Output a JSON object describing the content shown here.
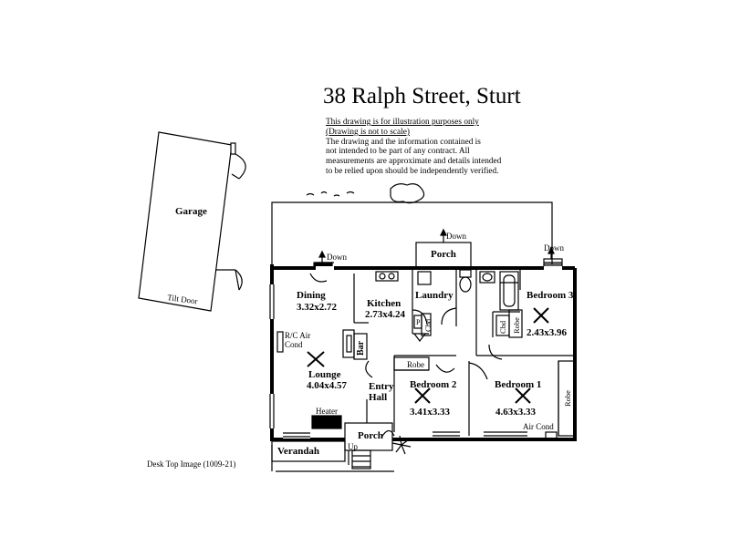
{
  "title": "38 Ralph Street,  Sturt",
  "disclaimer": {
    "line1": "This drawing is for illustration purposes only",
    "line2": "(Drawing is not to scale)",
    "line3": "The drawing and the information contained is",
    "line4": "not intended to be part of any contract.  All",
    "line5": "measurements are approximate and details intended",
    "line6": "to be relied upon should be independently verified."
  },
  "rooms": {
    "garage": "Garage",
    "tilt_door": "Tilt Door",
    "dining_name": "Dining",
    "dining_size": "3.32x2.72",
    "kitchen_name": "Kitchen",
    "kitchen_size": "2.73x4.24",
    "laundry": "Laundry",
    "porch_rear": "Porch",
    "bedroom3_name": "Bedroom 3",
    "bedroom3_size": "2.43x3.96",
    "lounge_name": "Lounge",
    "lounge_size": "4.04x4.57",
    "bar": "Bar",
    "entry_line1": "Entry",
    "entry_line2": "Hall",
    "bedroom2_name": "Bedroom 2",
    "bedroom2_size": "3.41x3.33",
    "bedroom1_name": "Bedroom 1",
    "bedroom1_size": "4.63x3.33",
    "porch_front": "Porch",
    "verandah": "Verandah"
  },
  "fixtures": {
    "down_dining": "Down",
    "down_porch": "Down",
    "down_right": "Down",
    "up_front": "Up",
    "rc_air_line1": "R/C Air",
    "rc_air_line2": "Cond",
    "heater": "Heater",
    "air_cond": "Air Cond",
    "robe_bed2": "Robe",
    "robe_bed1": "Robe",
    "robe_bed3": "Robe",
    "cbd_bed3": "Cbd",
    "cbd_laundry": "Cbd",
    "pantry": "P"
  },
  "footer": "Desk Top Image  (1009-21)"
}
